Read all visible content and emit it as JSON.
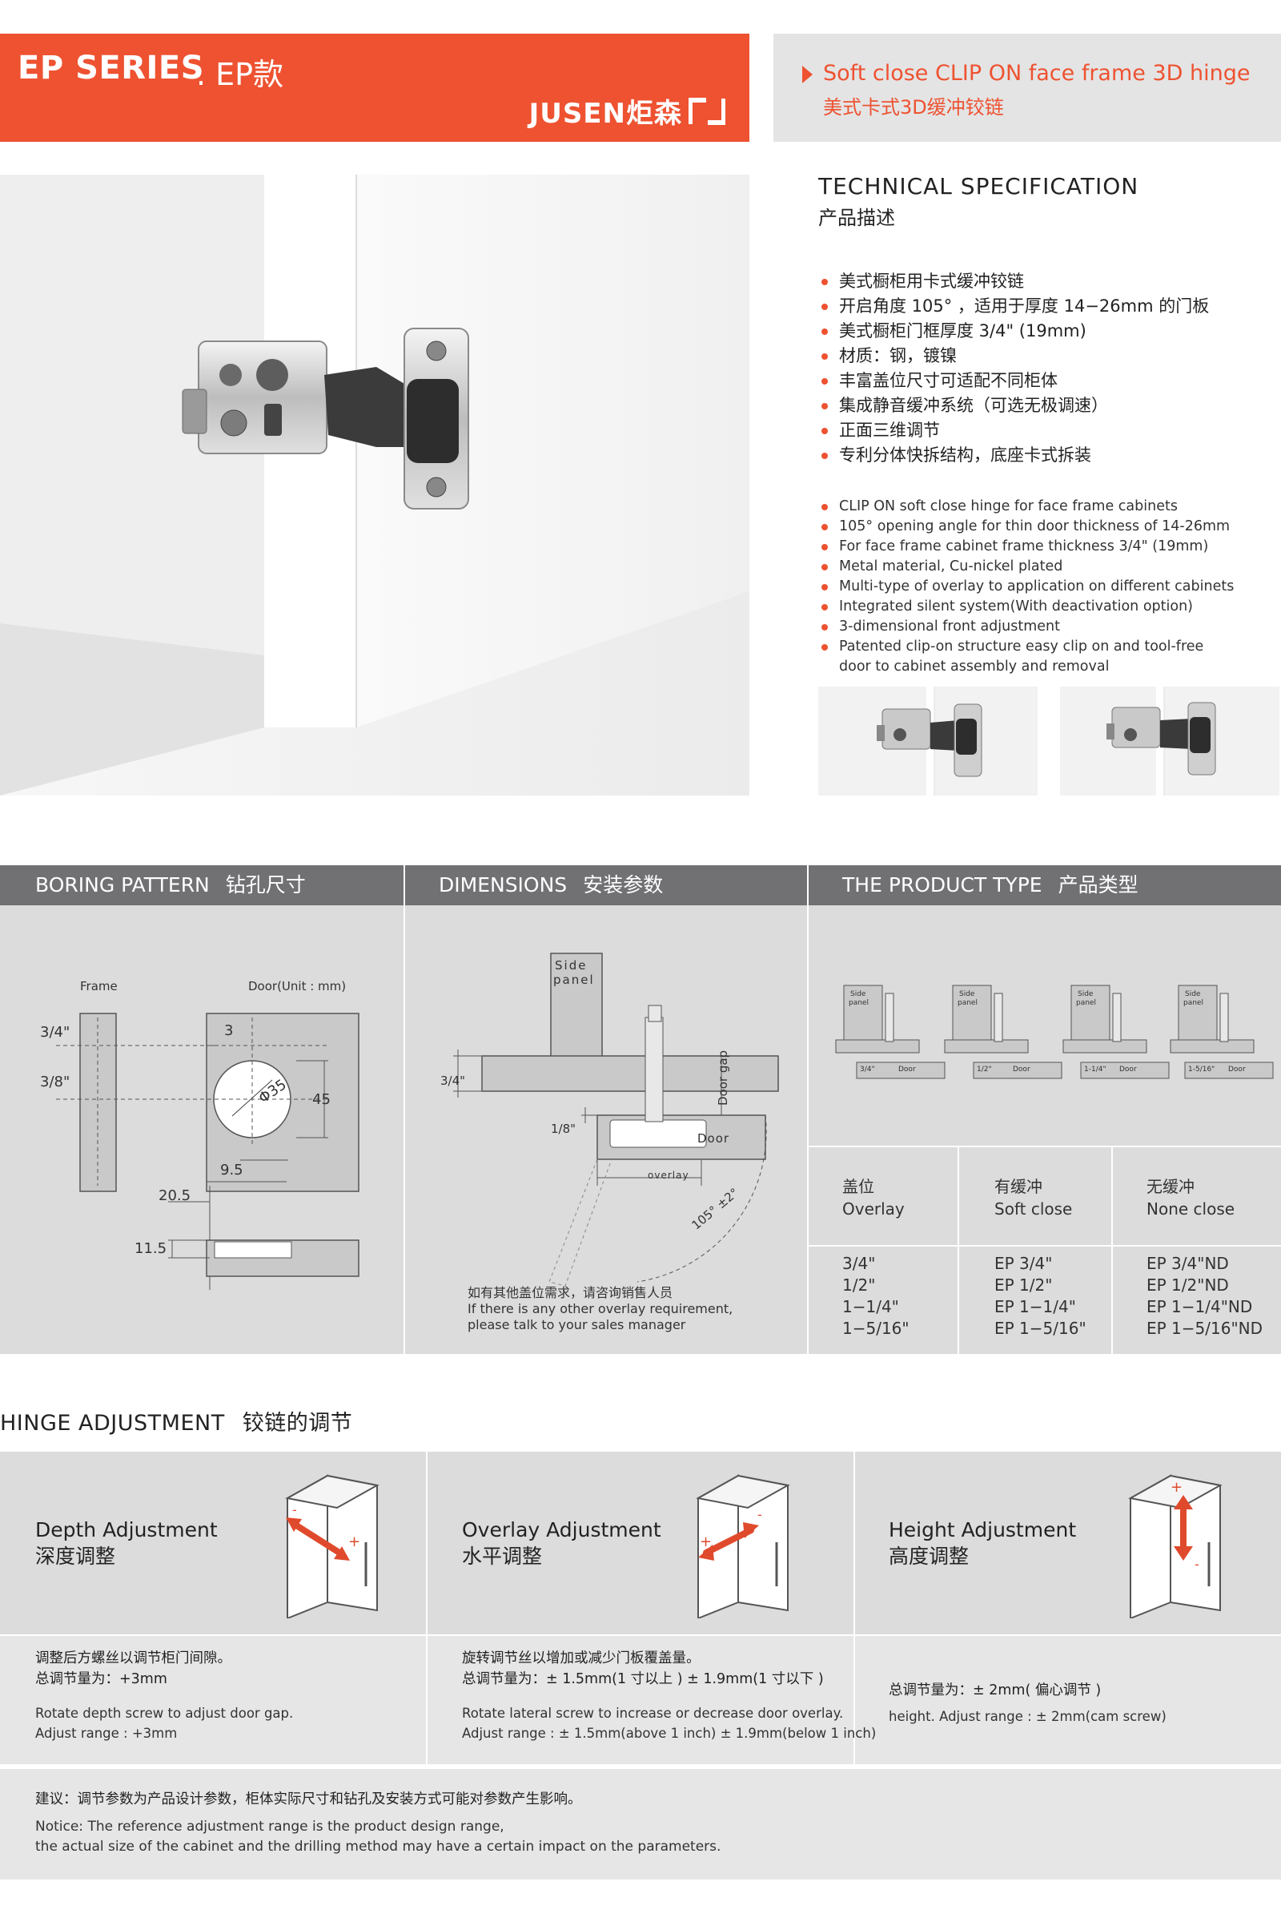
{
  "header": {
    "series": "EP SERIES",
    "series_zh": ". EP款",
    "logo": "JUSEN炬森",
    "product_en": "Soft close CLIP ON face frame 3D hinge",
    "product_zh": "美式卡式3D缓冲铰链"
  },
  "spec": {
    "title": "TECHNICAL SPECIFICATION",
    "title_zh": "产品描述",
    "zh_items": [
      "美式橱柜用卡式缓冲铰链",
      "开启角度 105° ，适用于厚度 14−26mm 的门板",
      "美式橱柜门框厚度 3/4\" (19mm)",
      "材质：钢，镀镍",
      "丰富盖位尺寸可适配不同柜体",
      "集成静音缓冲系统（可选无极调速）",
      "正面三维调节",
      "专利分体快拆结构，底座卡式拆装"
    ],
    "en_items": [
      "CLIP ON soft close hinge for face frame cabinets",
      "105° opening angle for thin door thickness of 14-26mm",
      "For face frame cabinet frame thickness 3/4\" (19mm)",
      "Metal material, Cu-nickel plated",
      "Multi-type of overlay to application on different cabinets",
      "Integrated silent system(With deactivation option)",
      "3-dimensional front adjustment",
      "Patented clip-on structure easy clip on and tool-free door to cabinet assembly and removal"
    ]
  },
  "sections": {
    "boring": {
      "title": "BORING PATTERN",
      "title_zh": "钻孔尺寸"
    },
    "dimensions": {
      "title": "DIMENSIONS",
      "title_zh": "安装参数"
    },
    "product_type": {
      "title": "THE PRODUCT TYPE",
      "title_zh": "产品类型"
    }
  },
  "boring": {
    "frame": "Frame",
    "door": "Door(Unit : mm)",
    "d34": "3/4\"",
    "d38": "3/8\"",
    "d3": "3",
    "phi": "Φ35",
    "d45": "45",
    "d95": "9.5",
    "d205": "20.5",
    "d115": "11.5"
  },
  "dims": {
    "side": "Side",
    "panel": "panel",
    "d34": "3/4\"",
    "d18": "1/8\"",
    "door_gap": "Door gap",
    "door": "Door",
    "overlay": "overlay",
    "angle": "105° ±2°",
    "note_zh": "如有其他盖位需求，请咨询销售人员",
    "note_en1": "If there is any other overlay requirement,",
    "note_en2": "please talk to your sales manager"
  },
  "ptype": {
    "side": "Side",
    "panel": "panel",
    "door": "Door",
    "overlays": [
      "3/4\"",
      "1/2\"",
      "1-1/4\"",
      "1-5/16\""
    ],
    "col1_zh": "盖位",
    "col1_en": "Overlay",
    "col2_zh": "有缓冲",
    "col2_en": "Soft close",
    "col3_zh": "无缓冲",
    "col3_en": "None close",
    "col1": [
      "3/4\"",
      "1/2\"",
      "1−1/4\"",
      "1−5/16\""
    ],
    "col2": [
      "EP 3/4\"",
      "EP 1/2\"",
      "EP 1−1/4\"",
      "EP 1−5/16\""
    ],
    "col3": [
      "EP 3/4\"ND",
      "EP 1/2\"ND",
      "EP 1−1/4\"ND",
      "EP 1−5/16\"ND"
    ]
  },
  "adjust": {
    "title": "HINGE ADJUSTMENT",
    "title_zh": "铰链的调节",
    "depth": {
      "name": "Depth Adjustment",
      "name_zh": "深度调整",
      "zh1": "调整后方螺丝以调节柜门间隙。",
      "zh2": "总调节量为：+3mm",
      "en1": "Rotate depth screw to adjust door gap.",
      "en2": "Adjust range : +3mm"
    },
    "overlay": {
      "name": "Overlay Adjustment",
      "name_zh": "水平调整",
      "zh1": "旋转调节丝以增加或减少门板覆盖量。",
      "zh2": "总调节量为：± 1.5mm(1 寸以上 ) ± 1.9mm(1 寸以下 )",
      "en1": "Rotate lateral screw to increase or decrease door overlay.",
      "en2": "Adjust range : ± 1.5mm(above 1 inch) ± 1.9mm(below 1 inch)"
    },
    "height": {
      "name": "Height Adjustment",
      "name_zh": "高度调整",
      "zh1": "总调节量为：± 2mm( 偏心调节 )",
      "en1": "height. Adjust range : ± 2mm(cam screw)"
    },
    "note_zh": "建议：调节参数为产品设计参数，柜体实际尺寸和钻孔及安装方式可能对参数产生影响。",
    "note_en1": "Notice: The reference adjustment range is the product design range,",
    "note_en2": "the actual size of the cabinet and the drilling method may have a certain impact on the parameters."
  },
  "colors": {
    "accent": "#ee5231",
    "bar": "#717174",
    "panel": "#dcdcdc"
  }
}
